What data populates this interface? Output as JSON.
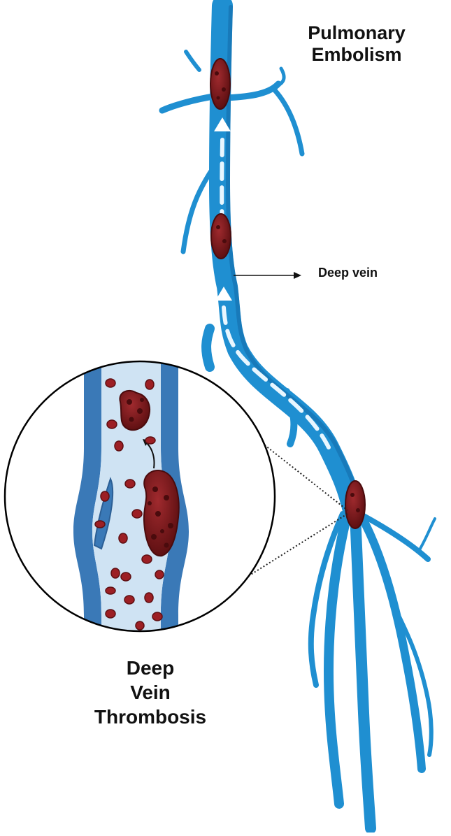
{
  "labels": {
    "pulmonary_embolism": [
      "Pulmonary",
      "Embolism"
    ],
    "deep_vein": "Deep vein",
    "dvt": [
      "Deep",
      "Vein",
      "Thrombosis"
    ]
  },
  "colors": {
    "vein_blue": "#1f8fd1",
    "vein_dark": "#1369a8",
    "vein_highlight": "#5cc0ef",
    "clot": "#7a1a1d",
    "clot_dark": "#4a0b0d",
    "blood_cell": "#9c1f24",
    "vessel_wall": "#3a79b7",
    "lumen": "#cfe3f3",
    "inset_border": "#000000",
    "flow_arrow": "#ffffff"
  },
  "icons": [
    "clot-icon",
    "flow-arrow-icon",
    "blood-cell-icon",
    "valve-icon"
  ]
}
